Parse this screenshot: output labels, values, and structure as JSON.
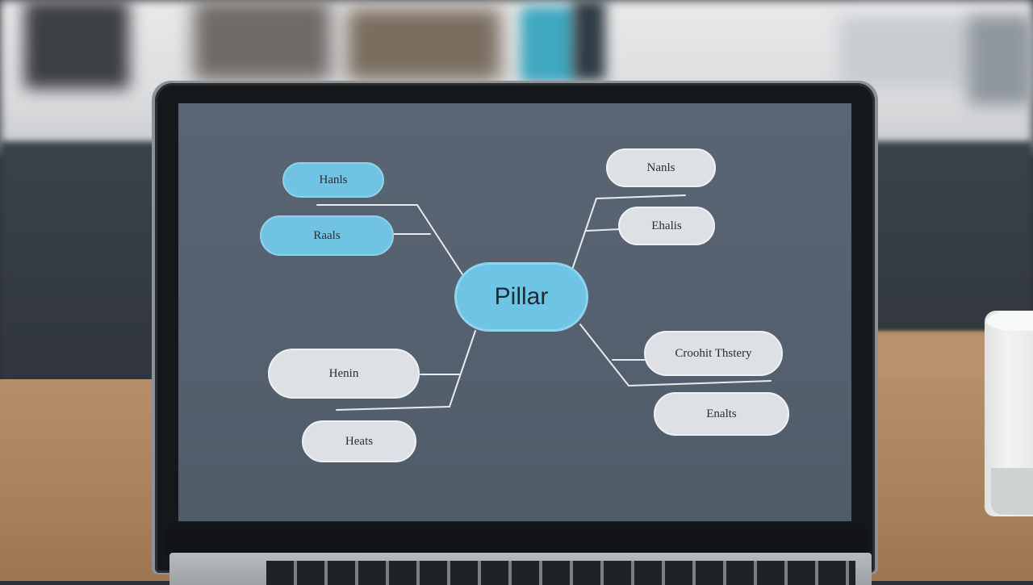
{
  "mindmap": {
    "center": "Pillar",
    "left_nodes": [
      {
        "label": "Hanls"
      },
      {
        "label": "Raals"
      },
      {
        "label": "Henin"
      },
      {
        "label": "Heats"
      }
    ],
    "right_nodes": [
      {
        "label": "Nanls"
      },
      {
        "label": "Ehalis"
      },
      {
        "label": "Croohit Thstery"
      },
      {
        "label": "Enalts"
      }
    ]
  },
  "colors": {
    "screen": "#56616f",
    "node_blue": "#70c3e3",
    "node_grey": "#dde1e6",
    "line": "#e7ebee"
  }
}
